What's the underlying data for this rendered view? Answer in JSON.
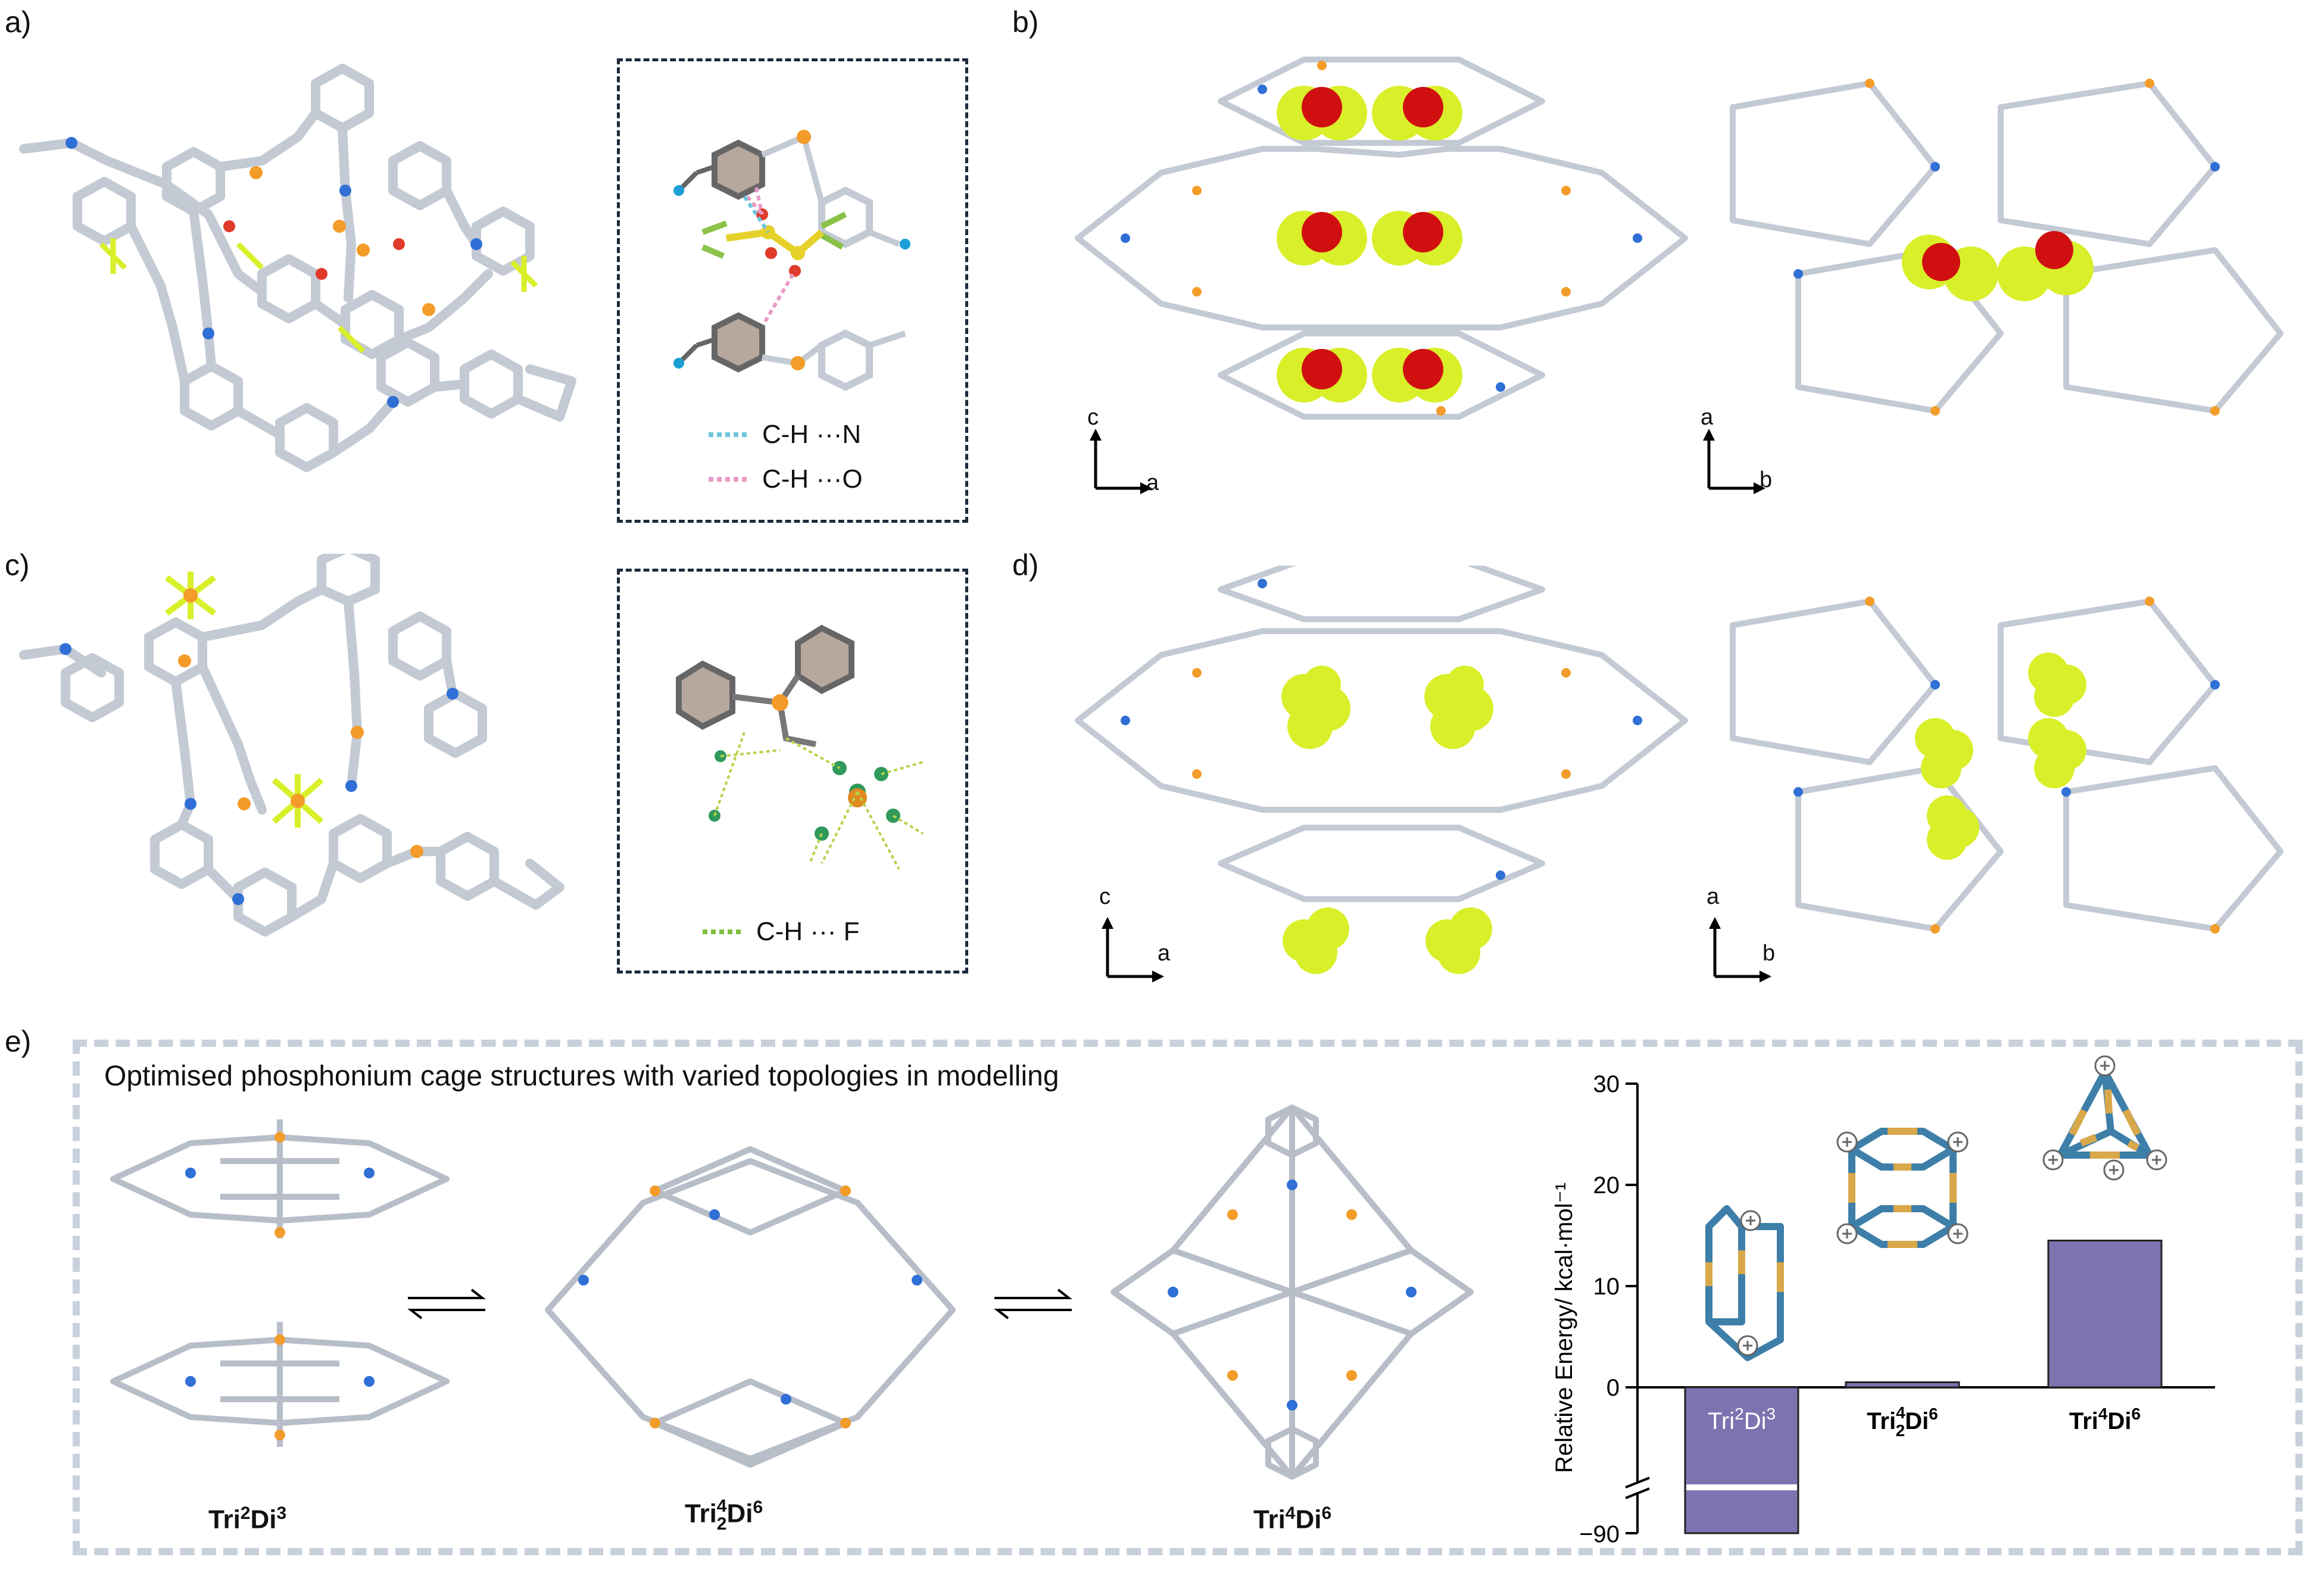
{
  "panels": {
    "a": "a)",
    "b": "b)",
    "c": "c)",
    "d": "d)",
    "e": "e)"
  },
  "inset_a": {
    "legend": [
      {
        "label": "C-H ···N",
        "color": "#6ec6dd"
      },
      {
        "label": "C-H ···O",
        "color": "#e89bc6"
      }
    ]
  },
  "inset_c": {
    "legend": [
      {
        "label": "C-H ··· F",
        "color": "#7fbf3f"
      }
    ]
  },
  "axes": {
    "b_left": {
      "vertical": "c",
      "horizontal": "a"
    },
    "b_right": {
      "vertical": "a",
      "horizontal": "b"
    },
    "d_left": {
      "vertical": "c",
      "horizontal": "a"
    },
    "d_right": {
      "vertical": "a",
      "horizontal": "b"
    }
  },
  "panel_e": {
    "title": "Optimised phosphonium cage structures with varied topologies in modelling",
    "structures": [
      {
        "base1": "Tri",
        "sup1": "2",
        "base2": "Di",
        "sup2": "3"
      },
      {
        "base1": "Tri",
        "sup1": "4",
        "sub1": "2",
        "base2": "Di",
        "sup2": "6"
      },
      {
        "base1": "Tri",
        "sup1": "4",
        "base2": "Di",
        "sup2": "6"
      }
    ]
  },
  "colors": {
    "bar": "#7b74b1",
    "frame": "#c8d0dc",
    "bond": "#c3cad4",
    "phosphorus": "#f39c2a",
    "nitrogen": "#2f6fd6",
    "fluorine_vdw": "#d9ef2a",
    "oxygen_vdw": "#d01010",
    "topology_blue": "#3d7fa8",
    "topology_gold": "#d9a84a"
  },
  "chart_data": {
    "type": "bar",
    "categories": [
      "Tri2Di3",
      "Tri42Di6",
      "Tri4Di6"
    ],
    "values": [
      -90,
      0.5,
      14.5
    ],
    "ylabel": "Relative Energy/ kcal·mol⁻¹",
    "yticks": [
      "30",
      "20",
      "10",
      "0",
      "−90"
    ],
    "ylim": [
      -90,
      30
    ],
    "axis_break": true
  }
}
